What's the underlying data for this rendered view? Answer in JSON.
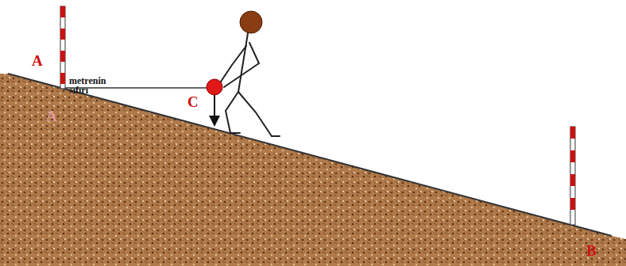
{
  "diagram": {
    "labels": [
      "A",
      "metrenin sıfırı",
      "A",
      "C",
      "B"
    ]
  }
}
